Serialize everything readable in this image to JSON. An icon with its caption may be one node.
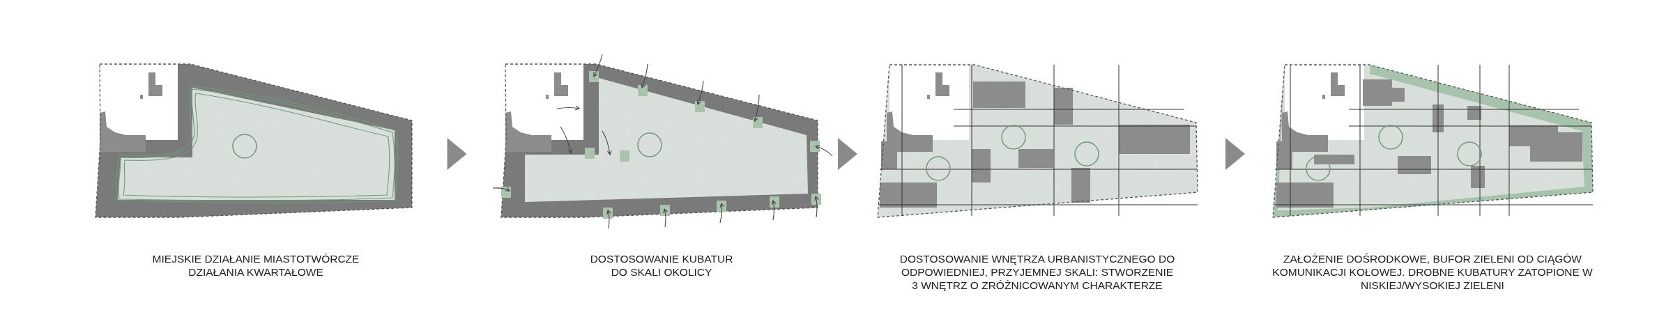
{
  "diagram": {
    "nodes": [
      {
        "text": [],
        "shape": "picture",
        "beside": [
          "MIEJSKIE DZIAŁANIE MIASTOTWÓRCZE DZIAŁANIA KWARTAŁOWE"
        ]
      },
      {
        "text": [],
        "shape": "picture",
        "beside": [
          "DOSTOSOWANIE KUBATUR DO SKALI OKOLICY"
        ]
      },
      {
        "text": [],
        "shape": "picture",
        "beside": [
          "DOSTOSOWANIE WNĘTRZA URBANISTYCZNEGO DO ODPOWIEDNIEJ, PRZYJEMNEJ SKALI: STWORZENIE 3 WNĘTRZ O ZRÓŻNICOWANYM CHARAKTERZE"
        ]
      },
      {
        "text": [],
        "shape": "picture",
        "beside": [
          "ZAŁOŻENIE DOŚRODKOWE, BUFOR ZIELENI OD CIĄGÓW KOMUNIKACJI KOŁOWEJ. DROBNE KUBATURY ZATOPIONE W NISKIEJ/WYSOKIEJ ZIELENI"
        ]
      }
    ],
    "edges": [
      {
        "from": 0,
        "to": 1,
        "arrow": "to"
      },
      {
        "from": 1,
        "to": 2,
        "arrow": "to"
      },
      {
        "from": 2,
        "to": 3,
        "arrow": "to"
      }
    ]
  }
}
